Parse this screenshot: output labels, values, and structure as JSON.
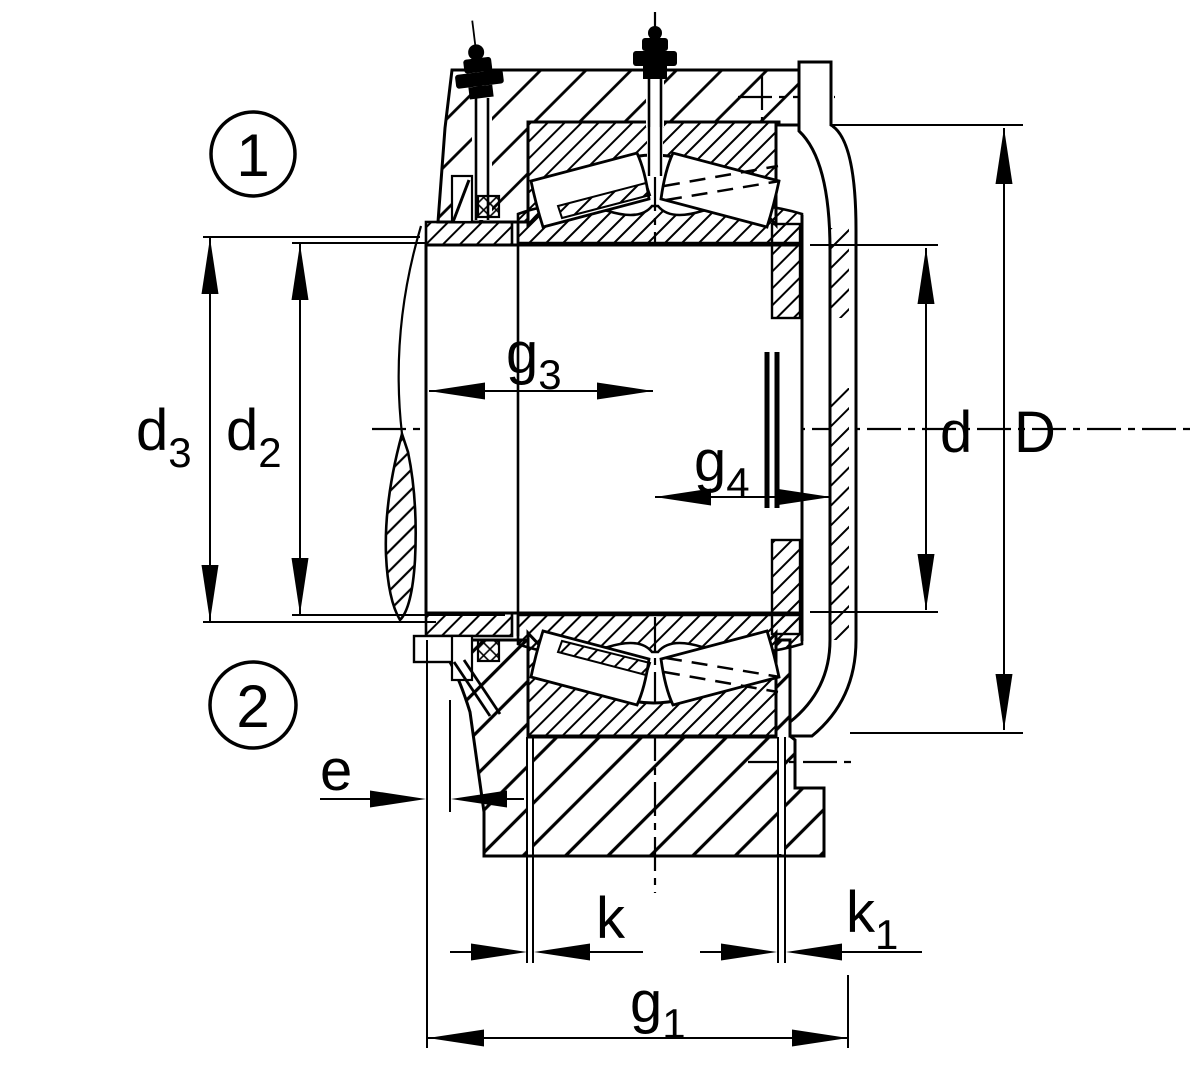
{
  "drawing": {
    "type": "technical-drawing",
    "subject": "Plummer block housing with spherical roller bearing and adapter sleeve, sectional view",
    "callouts": [
      {
        "label": "1"
      },
      {
        "label": "2"
      }
    ],
    "dims": {
      "d3": {
        "base": "d",
        "sub": "3"
      },
      "d2": {
        "base": "d",
        "sub": "2"
      },
      "g3": {
        "base": "g",
        "sub": "3"
      },
      "g4": {
        "base": "g",
        "sub": "4"
      },
      "d": {
        "base": "d",
        "sub": ""
      },
      "D": {
        "base": "D",
        "sub": ""
      },
      "e": {
        "base": "e",
        "sub": ""
      },
      "k": {
        "base": "k",
        "sub": ""
      },
      "k1": {
        "base": "k",
        "sub": "1"
      },
      "g1": {
        "base": "g",
        "sub": "1"
      }
    },
    "colors": {
      "ink": "#000000",
      "paper": "#ffffff"
    }
  }
}
